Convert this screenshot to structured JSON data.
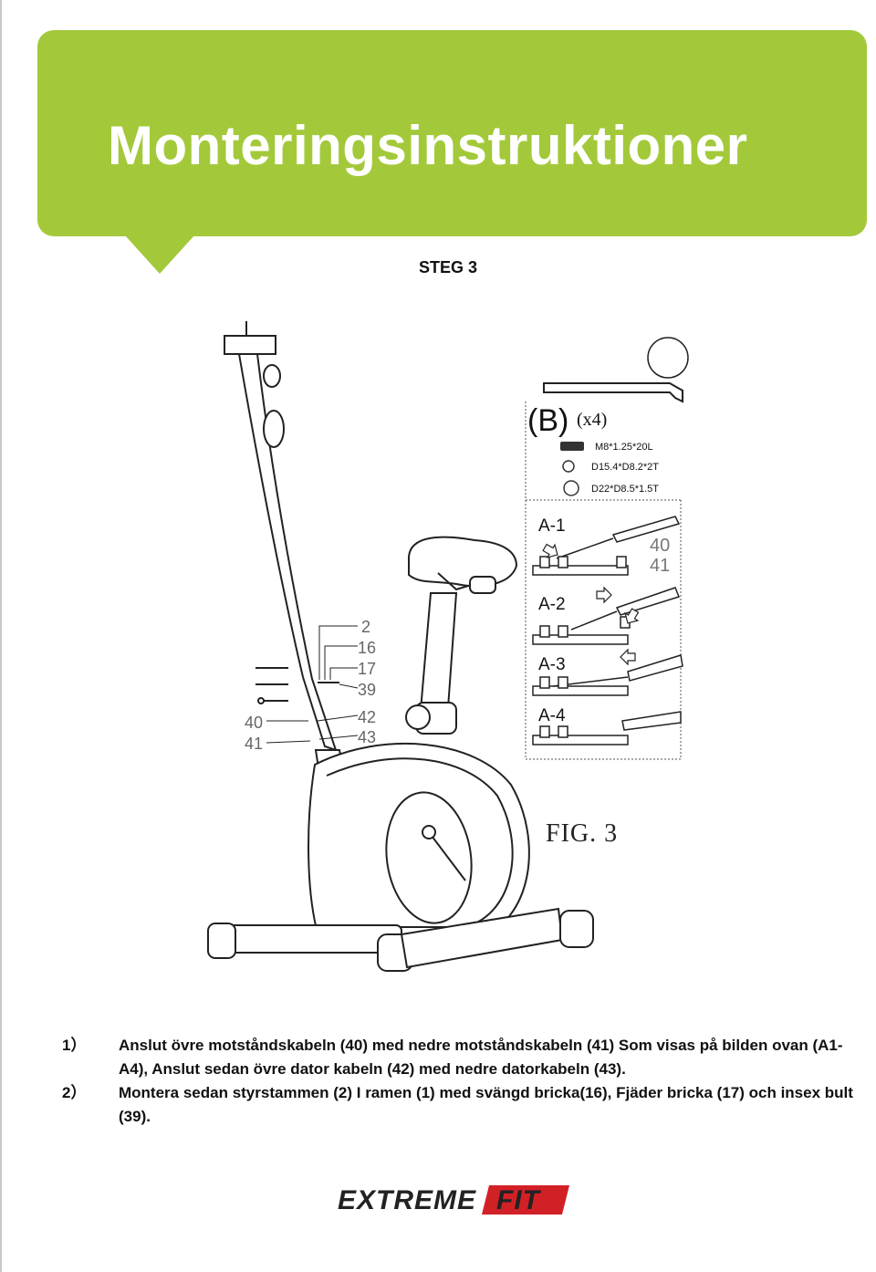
{
  "header": {
    "title": "Monteringsinstruktioner"
  },
  "step": {
    "title": "STEG 3"
  },
  "figure": {
    "hardware": {
      "group_label": "(B)",
      "quantity": "(x4)",
      "parts": [
        "M8*1.25*20L",
        "D15.4*D8.2*2T",
        "D22*D8.5*1.5T"
      ]
    },
    "detail_steps": [
      "A-1",
      "A-2",
      "A-3",
      "A-4"
    ],
    "detail_numbers": [
      "40",
      "41"
    ],
    "part_numbers_right": [
      "2",
      "16",
      "17",
      "39",
      "42",
      "43"
    ],
    "part_numbers_left": [
      "40",
      "41"
    ],
    "caption": "FIG. 3"
  },
  "instructions": [
    {
      "number": "1）",
      "text": "Anslut övre motståndskabeln (40) med nedre motståndskabeln (41) Som visas på bilden ovan (A1-A4), Anslut sedan övre dator kabeln (42) med nedre datorkabeln (43)."
    },
    {
      "number": "2）",
      "text": "Montera sedan styrstammen (2) I ramen (1) med svängd bricka(16), Fjäder bricka (17) och insex bult (39)."
    }
  ],
  "footer": {
    "brand_part1": "EXTREME",
    "brand_part2": "FIT"
  },
  "colors": {
    "banner": "#a3c93a",
    "brand_red": "#d22027"
  }
}
